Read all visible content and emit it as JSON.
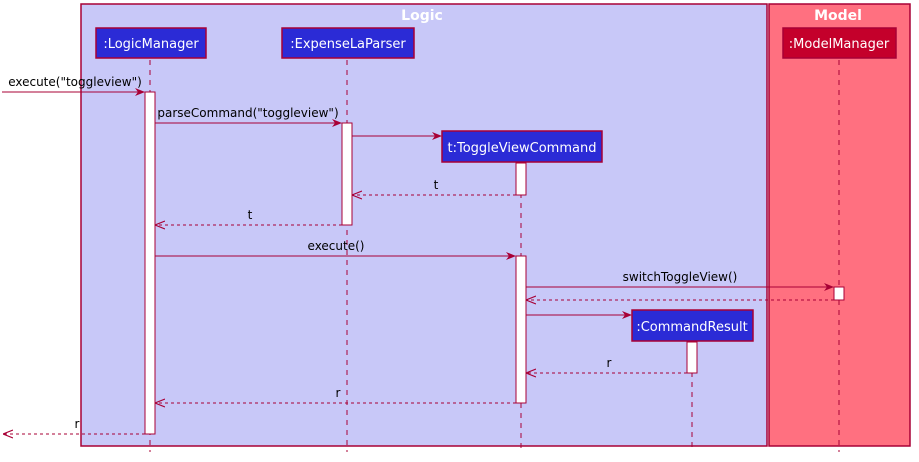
{
  "frames": {
    "logic": {
      "title": "Logic",
      "fill": "#c8c8f8",
      "stroke": "#a80036"
    },
    "model": {
      "title": "Model",
      "fill": "#ff7080",
      "stroke": "#a80036"
    }
  },
  "participants": [
    {
      "id": "logic_manager",
      "label": ":LogicManager",
      "fill": "#2b2bd6"
    },
    {
      "id": "parser",
      "label": ":ExpenseLaParser",
      "fill": "#2b2bd6"
    },
    {
      "id": "toggle_cmd",
      "label": "t:ToggleViewCommand",
      "fill": "#2b2bd6"
    },
    {
      "id": "command_result",
      "label": ":CommandResult",
      "fill": "#2b2bd6"
    },
    {
      "id": "model_manager",
      "label": ":ModelManager",
      "fill": "#c4002b"
    }
  ],
  "messages": [
    {
      "label": "execute(\"toggleview\")",
      "kind": "call"
    },
    {
      "label": "parseCommand(\"toggleview\")",
      "kind": "call"
    },
    {
      "label": "",
      "kind": "create"
    },
    {
      "label": "t",
      "kind": "return"
    },
    {
      "label": "t",
      "kind": "return"
    },
    {
      "label": "execute()",
      "kind": "call"
    },
    {
      "label": "switchToggleView()",
      "kind": "call"
    },
    {
      "label": "",
      "kind": "return"
    },
    {
      "label": "",
      "kind": "create"
    },
    {
      "label": "r",
      "kind": "return"
    },
    {
      "label": "r",
      "kind": "return"
    },
    {
      "label": "r",
      "kind": "return"
    }
  ],
  "colors": {
    "line": "#a80036",
    "activation_fill": "#ffffff"
  }
}
